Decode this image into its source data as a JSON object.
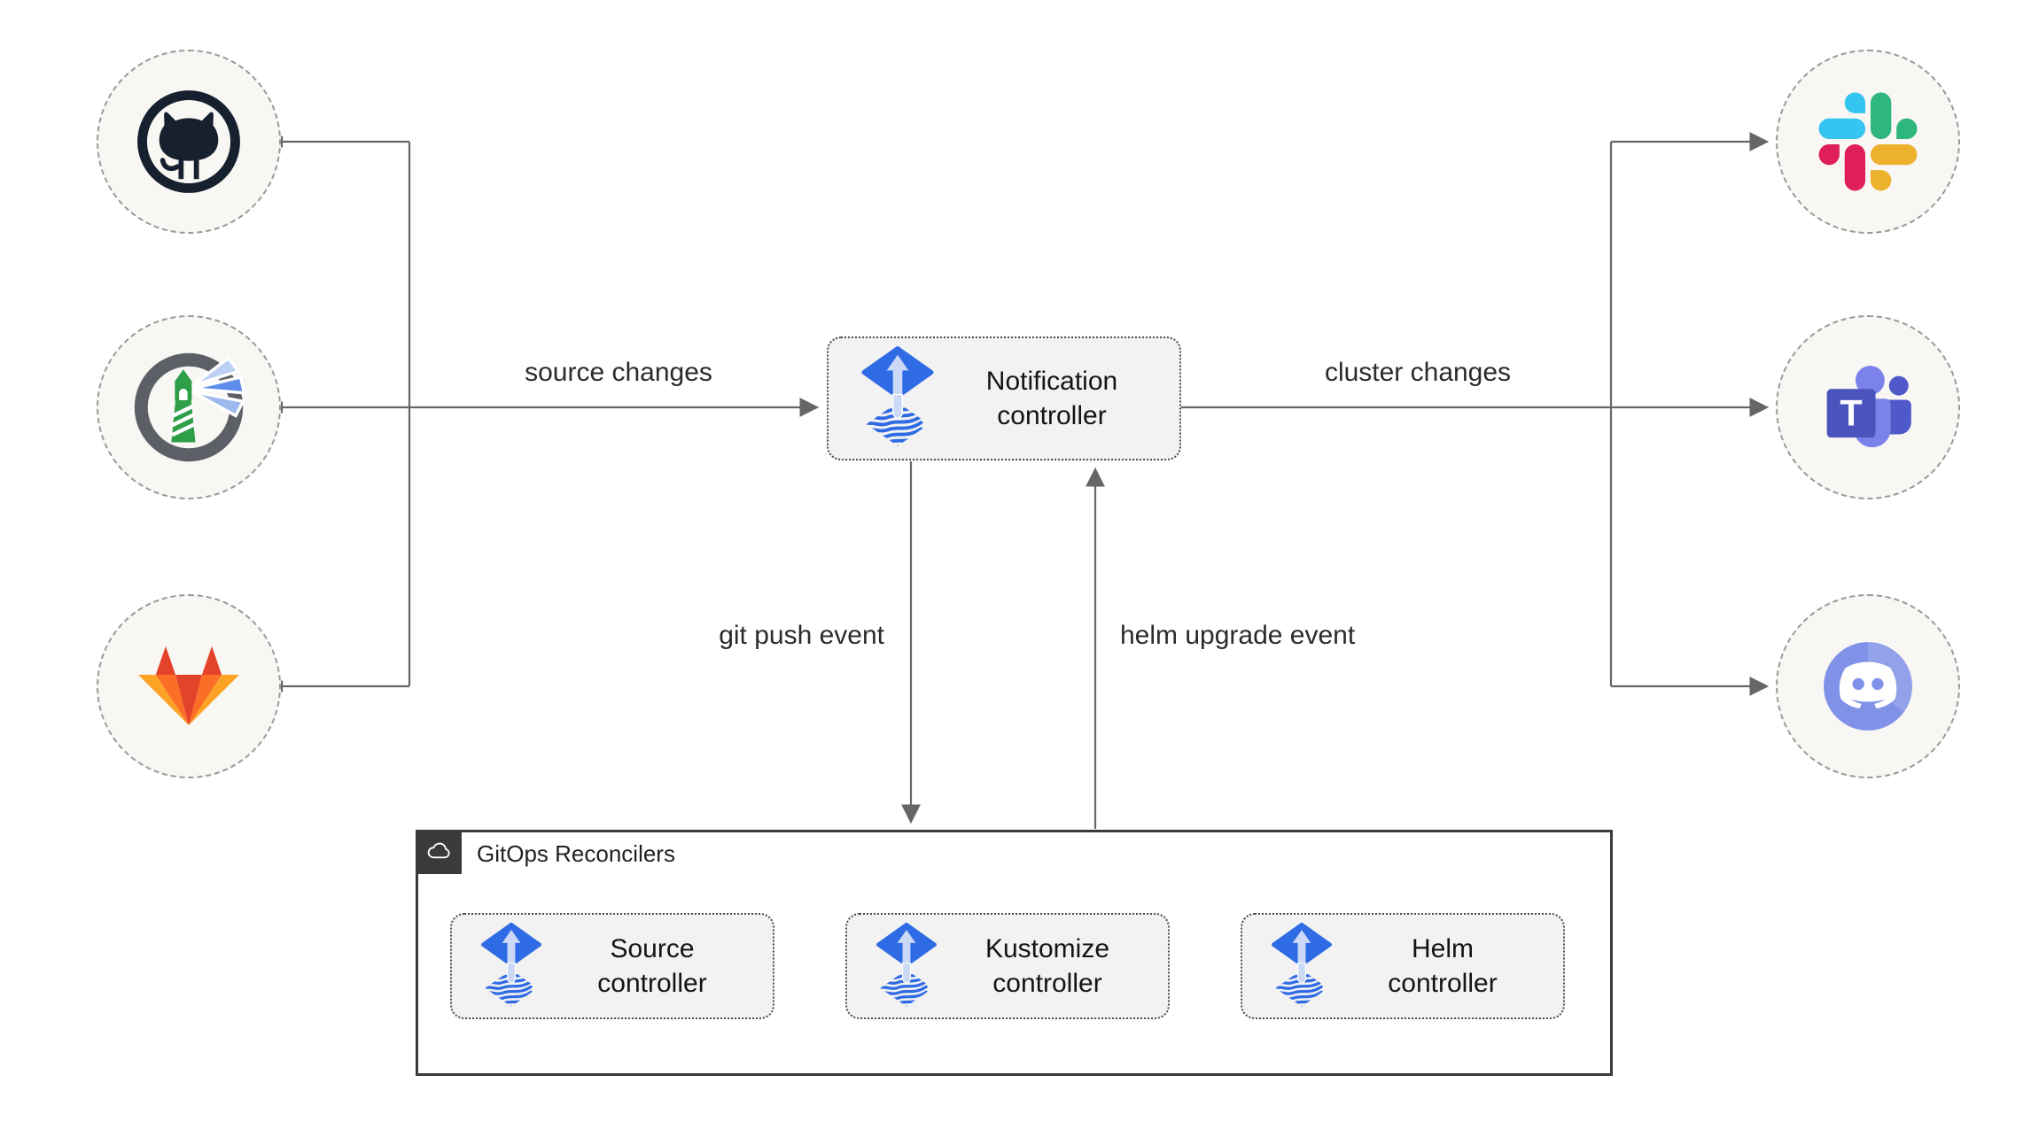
{
  "edge_labels": {
    "source_changes": "source changes",
    "cluster_changes": "cluster changes",
    "git_push": "git push event",
    "helm_upgrade": "helm upgrade event"
  },
  "container": {
    "label": "GitOps Reconcilers"
  },
  "boxes": {
    "notification": {
      "line1": "Notification",
      "line2": "controller"
    },
    "source": {
      "line1": "Source",
      "line2": "controller"
    },
    "kustomize": {
      "line1": "Kustomize",
      "line2": "controller"
    },
    "helm": {
      "line1": "Helm",
      "line2": "controller"
    }
  },
  "teams": {
    "letter": "T"
  },
  "icons": {
    "left_nodes": [
      "github-icon",
      "harbor-icon",
      "gitlab-icon"
    ],
    "right_nodes": [
      "slack-icon",
      "teams-icon",
      "discord-icon"
    ],
    "controller_icon": "flux-icon",
    "container_badge": "cloud-icon"
  },
  "colors": {
    "flux_blue": "#2f6be4",
    "flux_light_arrow": "#cbd9f6",
    "line_gray": "#666666",
    "box_bg": "#f2f2f2",
    "circle_bg": "#f8f7f4",
    "container_border": "#3a3a3a",
    "github_dark": "#16202e",
    "harbor_gray": "#5c6066",
    "harbor_green": "#2e9e49",
    "gitlab_red": "#e24329",
    "gitlab_orange": "#fc6d26",
    "gitlab_yellow": "#fca326",
    "slack_blue": "#36c5f0",
    "slack_green": "#2eb67d",
    "slack_yellow": "#ecb22e",
    "slack_red": "#e01e5a",
    "teams_dark": "#4b53bc",
    "teams_mid": "#5059c9",
    "teams_light": "#7b83eb",
    "discord_blurple": "#8092e7"
  }
}
